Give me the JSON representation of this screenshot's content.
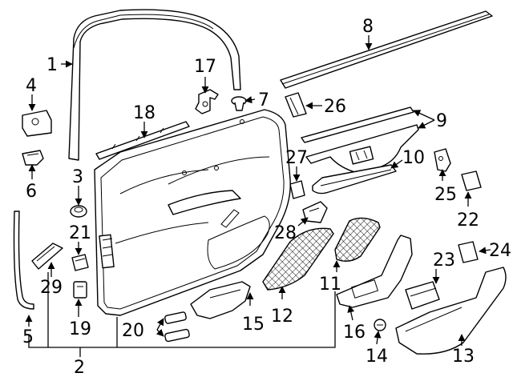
{
  "callouts": [
    {
      "id": "c1",
      "text": "1"
    },
    {
      "id": "c2",
      "text": "2"
    },
    {
      "id": "c3",
      "text": "3"
    },
    {
      "id": "c4",
      "text": "4"
    },
    {
      "id": "c5",
      "text": "5"
    },
    {
      "id": "c6",
      "text": "6"
    },
    {
      "id": "c7",
      "text": "7"
    },
    {
      "id": "c8",
      "text": "8"
    },
    {
      "id": "c9",
      "text": "9"
    },
    {
      "id": "c10",
      "text": "10"
    },
    {
      "id": "c11",
      "text": "11"
    },
    {
      "id": "c12",
      "text": "12"
    },
    {
      "id": "c13",
      "text": "13"
    },
    {
      "id": "c14",
      "text": "14"
    },
    {
      "id": "c15",
      "text": "15"
    },
    {
      "id": "c16",
      "text": "16"
    },
    {
      "id": "c17",
      "text": "17"
    },
    {
      "id": "c18",
      "text": "18"
    },
    {
      "id": "c19",
      "text": "19"
    },
    {
      "id": "c20",
      "text": "20"
    },
    {
      "id": "c21",
      "text": "21"
    },
    {
      "id": "c22",
      "text": "22"
    },
    {
      "id": "c23",
      "text": "23"
    },
    {
      "id": "c24",
      "text": "24"
    },
    {
      "id": "c25",
      "text": "25"
    },
    {
      "id": "c26",
      "text": "26"
    },
    {
      "id": "c27",
      "text": "27"
    },
    {
      "id": "c28",
      "text": "28"
    },
    {
      "id": "c29",
      "text": "29"
    }
  ],
  "colors": {
    "line": "#000000",
    "background": "#ffffff"
  }
}
